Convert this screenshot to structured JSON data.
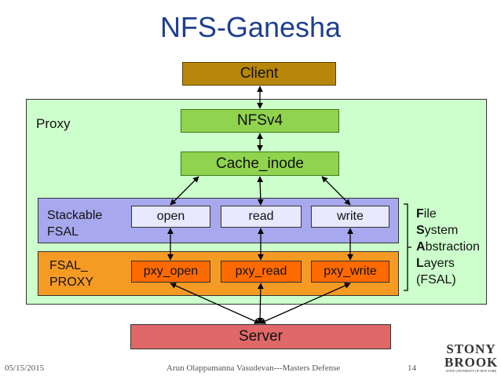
{
  "title": "NFS-Ganesha",
  "client": "Client",
  "proxy": "Proxy",
  "nfsv4": "NFSv4",
  "cache": "Cache_inode",
  "stackable": [
    "Stackable",
    "FSAL"
  ],
  "ops": [
    "open",
    "read",
    "write"
  ],
  "fsal_proxy": [
    "FSAL_",
    "PROXY"
  ],
  "proxy_ops": [
    "pxy_open",
    "pxy_read",
    "pxy_write"
  ],
  "server": "Server",
  "fsal_desc": {
    "l1_first": "F",
    "l1_rest": "ile",
    "l2_first": "S",
    "l2_rest": "ystem",
    "l3_first": "A",
    "l3_rest": "bstraction",
    "l4_first": "L",
    "l4_rest": "ayers",
    "l5": "(FSAL)"
  },
  "footer": {
    "date": "05/15/2015",
    "author": "Arun Olappamanna Vasudevan---Masters Defense",
    "page": "14"
  },
  "logo": {
    "name": "STONY BROOK",
    "sub": "STATE UNIVERSITY OF NEW YORK"
  }
}
